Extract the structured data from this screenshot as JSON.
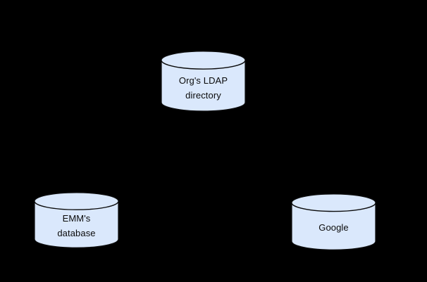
{
  "diagram": {
    "type": "database-cylinder-diagram",
    "background_color": "#000000",
    "shape_fill_color": "#dae8fc",
    "shape_stroke_color": "#0a0a0a",
    "text_color": "#0a0a0a",
    "nodes": [
      {
        "id": "ldap",
        "shape": "cylinder",
        "label": "Org's LDAP\ndirectory",
        "position": "top-center"
      },
      {
        "id": "emm",
        "shape": "cylinder",
        "label": "EMM's\ndatabase",
        "position": "bottom-left"
      },
      {
        "id": "google",
        "shape": "cylinder",
        "label": "Google",
        "position": "bottom-right"
      }
    ]
  }
}
